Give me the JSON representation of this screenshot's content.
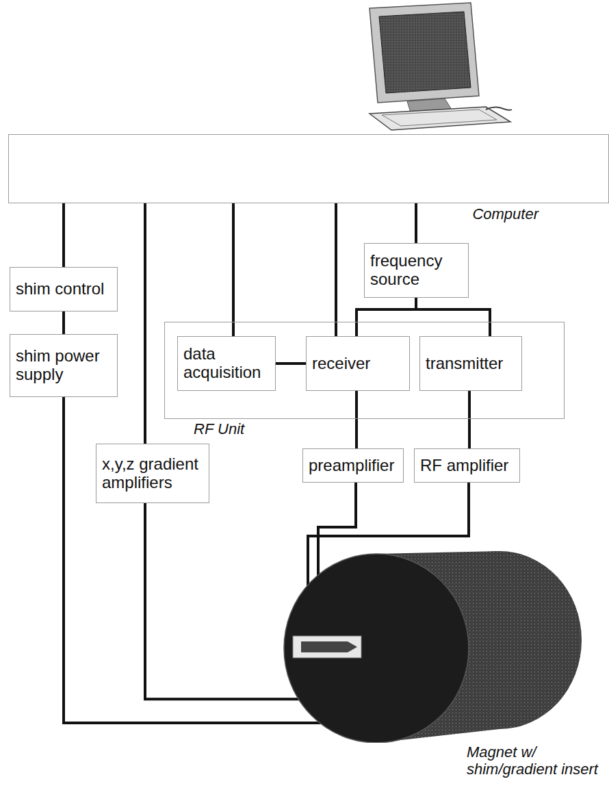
{
  "diagram": {
    "nodes": [
      {
        "text": [
          "Computer"
        ]
      },
      {
        "text": [
          "shim control"
        ]
      },
      {
        "text": [
          "frequency source"
        ]
      },
      {
        "text": [
          "shim power supply"
        ]
      },
      {
        "text": [
          "RF Unit"
        ]
      },
      {
        "text": [
          "data acquisition"
        ],
        "in": 4
      },
      {
        "text": [
          "receiver"
        ],
        "in": 4
      },
      {
        "text": [
          "transmitter"
        ],
        "in": 4
      },
      {
        "text": [
          "x,y,z gradient amplifiers"
        ]
      },
      {
        "text": [
          "preamplifier"
        ]
      },
      {
        "text": [
          "RF amplifier"
        ]
      },
      {
        "text": [
          "Magnet w/ shim/gradient insert"
        ]
      }
    ],
    "edges": [
      {
        "from": 0,
        "to": 1,
        "arrow": "none"
      },
      {
        "from": 1,
        "to": 3,
        "arrow": "none"
      },
      {
        "from": 3,
        "to": 11,
        "arrow": "none"
      },
      {
        "from": 0,
        "to": 8,
        "arrow": "none"
      },
      {
        "from": 8,
        "to": 11,
        "arrow": "none"
      },
      {
        "from": 0,
        "to": 5,
        "arrow": "none"
      },
      {
        "from": 0,
        "to": 6,
        "arrow": "none"
      },
      {
        "from": 0,
        "to": 2,
        "arrow": "none"
      },
      {
        "from": 2,
        "to": 6,
        "arrow": "none"
      },
      {
        "from": 2,
        "to": 7,
        "arrow": "none"
      },
      {
        "from": 5,
        "to": 6,
        "arrow": "none"
      },
      {
        "from": 6,
        "to": 9,
        "arrow": "none"
      },
      {
        "from": 7,
        "to": 10,
        "arrow": "none"
      },
      {
        "from": 9,
        "to": 11,
        "arrow": "none"
      },
      {
        "from": 10,
        "to": 11,
        "arrow": "none"
      }
    ]
  }
}
